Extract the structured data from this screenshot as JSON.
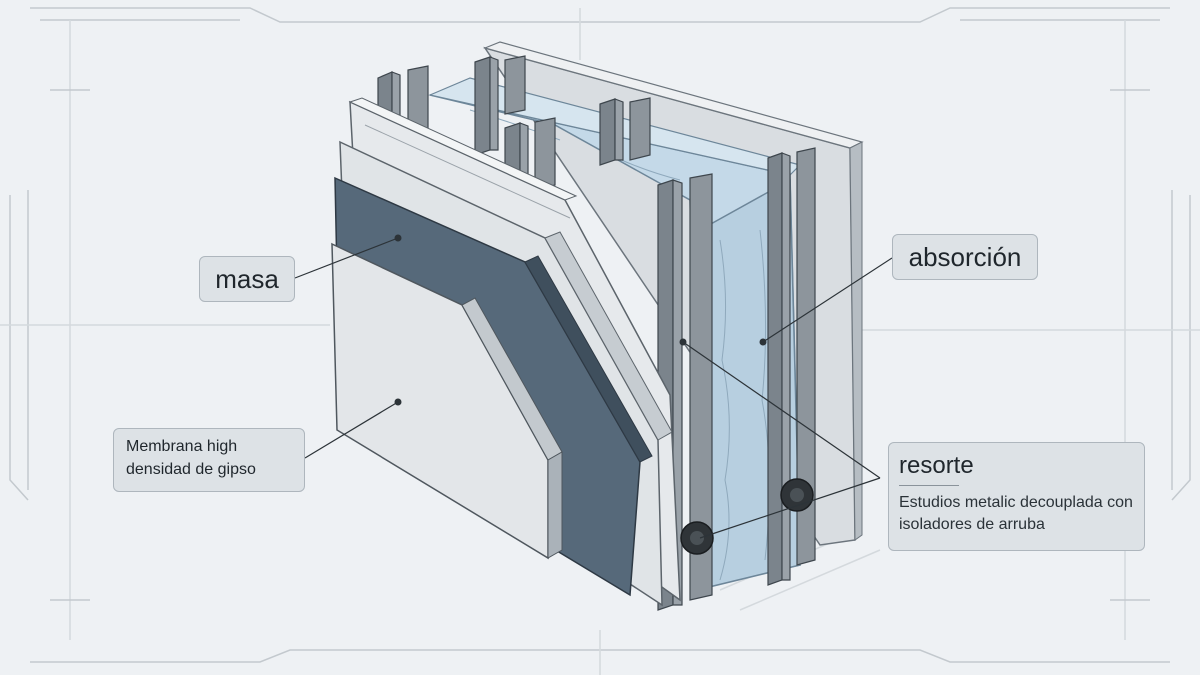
{
  "labels": {
    "masa": "masa",
    "absorcion": "absorción",
    "membrana": "Membrana high densidad de gipso",
    "resorte_title": "resorte",
    "resorte_desc": "Estudios metalic decouplada con isoladores de arruba"
  },
  "colors": {
    "background": "#eef1f4",
    "frame_lines": "#c3c9ce",
    "dark_panel": "#56697a",
    "light_panel": "#e3e6e9",
    "insulation": "#c4d9e8",
    "metal_stud": "#7b848c",
    "label_fill": "#dde2e6"
  }
}
